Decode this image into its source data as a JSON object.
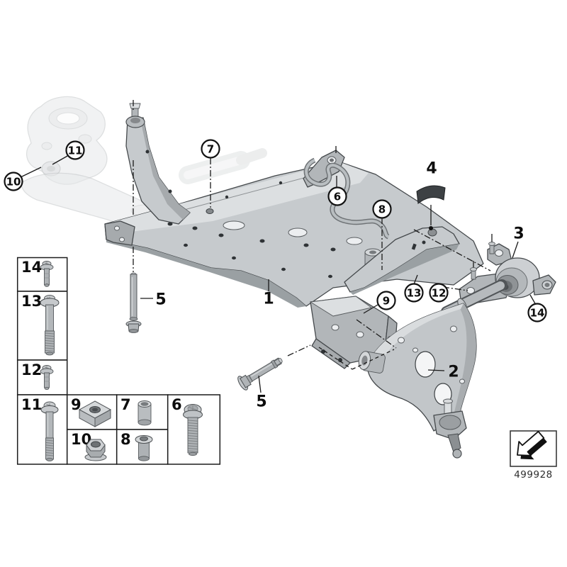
{
  "colors": {
    "background": "#ffffff",
    "part_outline": "#45494c",
    "part_fill": "#c6cacd",
    "ghost_fill": "#e7e9ea",
    "pad_fill": "#3d4144",
    "callout_stroke": "#121212"
  },
  "callouts": {
    "c1": "1",
    "c2": "2",
    "c3": "3",
    "c4": "4",
    "c5_left": "5",
    "c5_bottom": "5",
    "c6": "6",
    "c7": "7",
    "c8": "8",
    "c9": "9",
    "c10": "10",
    "c11": "11",
    "c12": "12",
    "c13": "13",
    "c14": "14"
  },
  "legend": {
    "items": [
      {
        "label": "14",
        "icon": "flange-screw-small-icon"
      },
      {
        "label": "13",
        "icon": "flange-screw-long-icon"
      },
      {
        "label": "12",
        "icon": "flange-screw-small-icon"
      },
      {
        "label": "11",
        "icon": "flange-screw-medium-icon"
      },
      {
        "label": "9",
        "icon": "square-nut-icon"
      },
      {
        "label": "10",
        "icon": "flange-nut-icon"
      },
      {
        "label": "7",
        "icon": "sleeve-bushing-icon"
      },
      {
        "label": "8",
        "icon": "flanged-bushing-icon"
      },
      {
        "label": "6",
        "icon": "torx-bolt-icon"
      }
    ]
  },
  "footer": {
    "diagram_number": "499928",
    "arrow_icon": "direction-arrow-icon"
  }
}
